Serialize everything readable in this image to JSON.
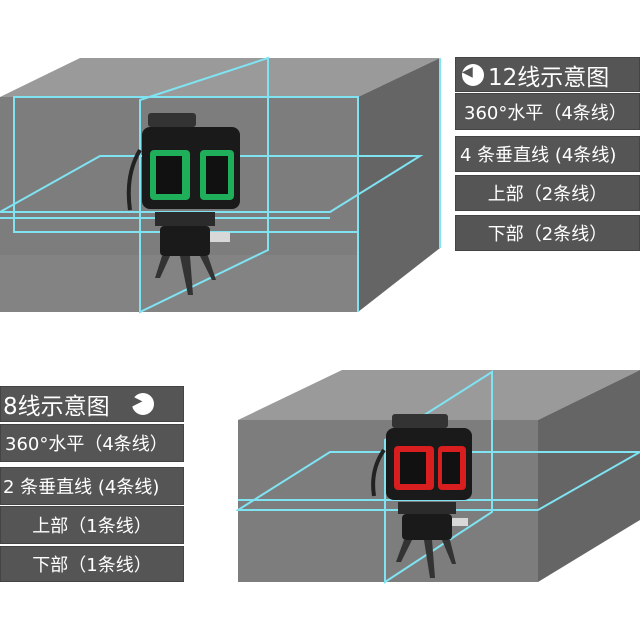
{
  "top_panel": {
    "title": "12线示意图",
    "arrow_icon": "circle-left-arrow-icon",
    "items": [
      "360°水平（4条线）",
      "4 条垂直线 (4条线)",
      "上部（2条线）",
      "下部（2条线）"
    ],
    "laser_body_color": "#1fae5a"
  },
  "bottom_panel": {
    "title": "8线示意图",
    "arrow_icon": "circle-right-arrow-icon",
    "items": [
      "360°水平（4条线）",
      "2 条垂直线 (4条线)",
      "上部（1条线）",
      "下部（1条线）"
    ],
    "laser_body_color": "#d81e1e"
  },
  "colors": {
    "laser_line": "#7fe3f2",
    "room_back": "#7d7d7d",
    "room_side": "#6a6a6a",
    "room_top": "#9a9a9a",
    "label_bg": "#555555"
  }
}
